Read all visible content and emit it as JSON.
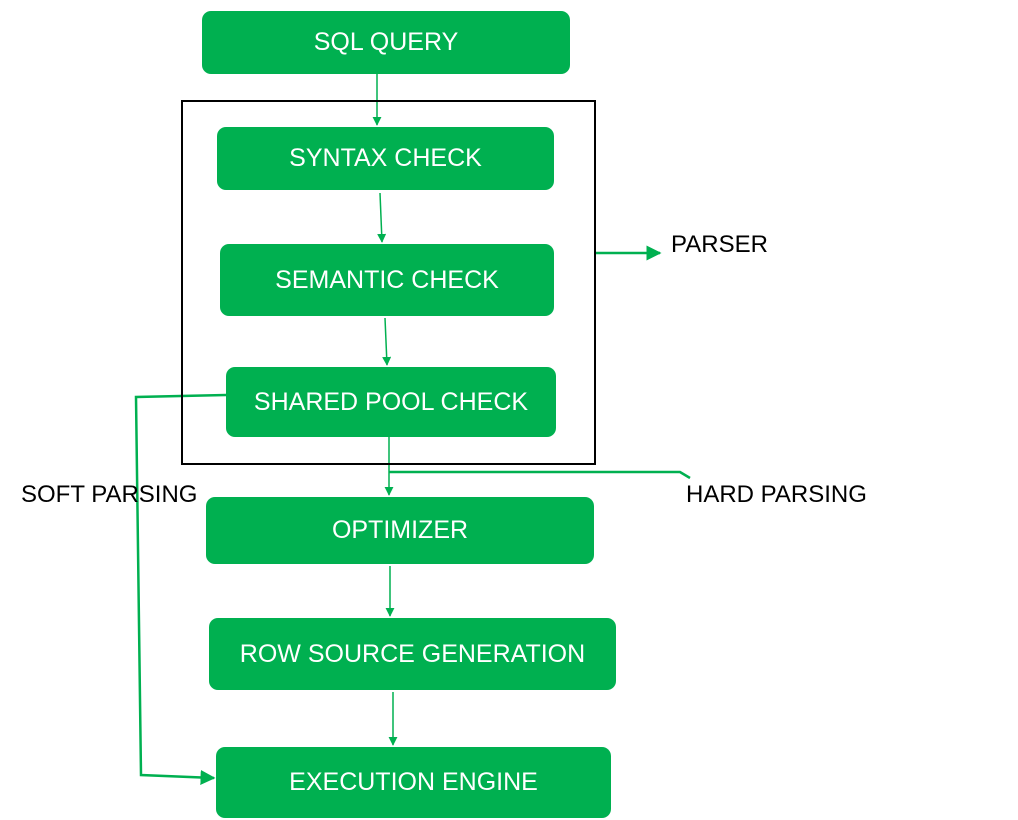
{
  "diagram": {
    "steps": {
      "sql_query": "SQL QUERY",
      "syntax_check": "SYNTAX CHECK",
      "semantic_check": "SEMANTIC CHECK",
      "shared_pool_check": "SHARED POOL CHECK",
      "optimizer": "OPTIMIZER",
      "row_source_generation": "ROW SOURCE GENERATION",
      "execution_engine": "EXECUTION ENGINE"
    },
    "labels": {
      "parser": "PARSER",
      "soft_parsing": "SOFT PARSING",
      "hard_parsing": "HARD PARSING"
    },
    "colors": {
      "box_fill": "#00b050",
      "box_text": "#ffffff",
      "connector": "#00b050",
      "frame": "#000000",
      "label_text": "#000000"
    }
  }
}
